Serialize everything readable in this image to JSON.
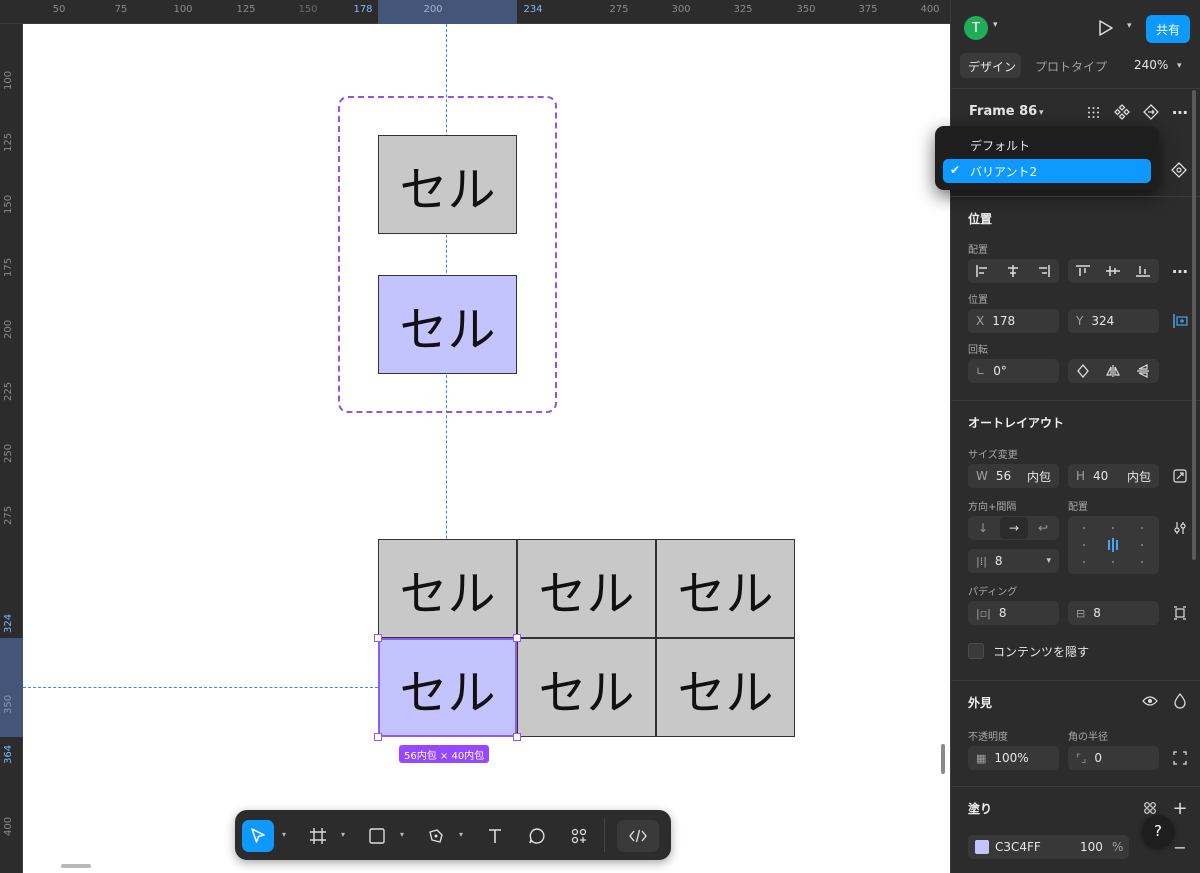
{
  "ruler": {
    "top": [
      "50",
      "75",
      "100",
      "125",
      "150",
      "178",
      "200",
      "234",
      "275",
      "300",
      "325",
      "350",
      "375",
      "400"
    ],
    "left": [
      "100",
      "125",
      "150",
      "175",
      "200",
      "225",
      "250",
      "275",
      "324",
      "350",
      "364",
      "400"
    ]
  },
  "canvas": {
    "cell_text": "セル",
    "selection_size": "56内包 × 40内包"
  },
  "toolbar": {
    "tools": [
      "move-tool",
      "frame-tool",
      "shape-tool",
      "pen-tool",
      "text-tool",
      "comment-tool",
      "actions-tool",
      "dev-mode"
    ]
  },
  "header": {
    "avatar_letter": "T",
    "share_label": "共有",
    "tabs": [
      "デザイン",
      "プロトタイプ"
    ],
    "zoom": "240%"
  },
  "frame": {
    "name": "Frame 86"
  },
  "variant_menu": {
    "options": [
      "デフォルト",
      "バリアント2"
    ],
    "selected": "バリアント2"
  },
  "position": {
    "title": "位置",
    "align_label": "配置",
    "pos_label": "位置",
    "x_key": "X",
    "x": "178",
    "y_key": "Y",
    "y": "324",
    "rotation_label": "回転",
    "rotation": "0°"
  },
  "auto_layout": {
    "title": "オートレイアウト",
    "resize_label": "サイズ変更",
    "w_key": "W",
    "w": "56",
    "w_mode": "内包",
    "h_key": "H",
    "h": "40",
    "h_mode": "内包",
    "direction_label": "方向+間隔",
    "alignment_label": "配置",
    "gap": "8",
    "padding_label": "パディング",
    "padding_h": "8",
    "padding_v": "8",
    "clip_label": "コンテンツを隠す"
  },
  "appearance": {
    "title": "外見",
    "opacity_label": "不透明度",
    "opacity": "100%",
    "radius_label": "角の半径",
    "radius": "0"
  },
  "fill": {
    "title": "塗り",
    "hex": "C3C4FF",
    "opacity": "100",
    "unit": "%",
    "swatch": "#C3C4FF"
  },
  "help": "?",
  "colors": {
    "accent": "#0d99ff",
    "selection_purple": "#8b5cf6",
    "cell_gray": "#c8c8c8",
    "cell_purple": "#c3c4ff"
  }
}
